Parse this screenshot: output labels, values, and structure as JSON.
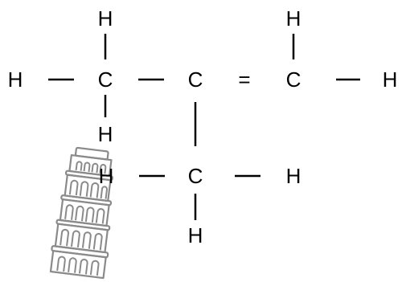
{
  "molecule": {
    "atoms": {
      "h_top_left": "H",
      "h_far_left": "H",
      "c_left": "C",
      "h_below_left": "H",
      "c_middle": "C",
      "h_top_right": "H",
      "c_right": "C",
      "h_far_right": "H",
      "h_lower_left": "H",
      "c_lower": "C",
      "h_lower_right": "H",
      "h_bottom": "H"
    },
    "double_bond_symbol": "="
  },
  "watermark": {
    "icon": "leaning-tower-icon",
    "color": "#8a8a8a"
  }
}
